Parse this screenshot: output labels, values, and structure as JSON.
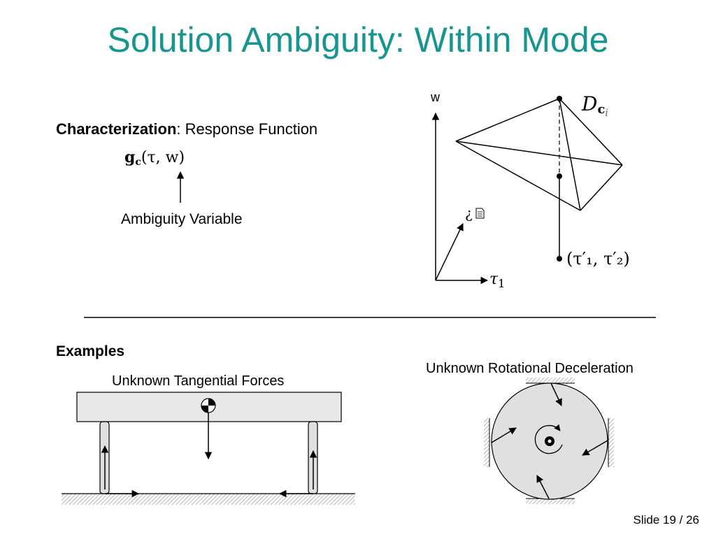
{
  "slide": {
    "title": "Solution Ambiguity: Within Mode",
    "characterization": {
      "bold_label": "Characterization",
      "rest": ": Response Function"
    },
    "formula": {
      "main": "g",
      "subscript": "c",
      "args": "(τ, w)"
    },
    "ambiguity_label": "Ambiguity Variable",
    "diagram": {
      "w_axis_label": "w",
      "tau1_label": "τ",
      "tau1_subscript": "1",
      "garbled_label": "¿",
      "region_label": "D",
      "region_sub": "c",
      "region_subsub": "i",
      "point_label": "(τ′₁, τ′₂)"
    },
    "examples_heading": "Examples",
    "example1_caption": "Unknown Tangential Forces",
    "example2_caption": "Unknown Rotational Deceleration",
    "slide_number": "Slide 19 / 26"
  }
}
